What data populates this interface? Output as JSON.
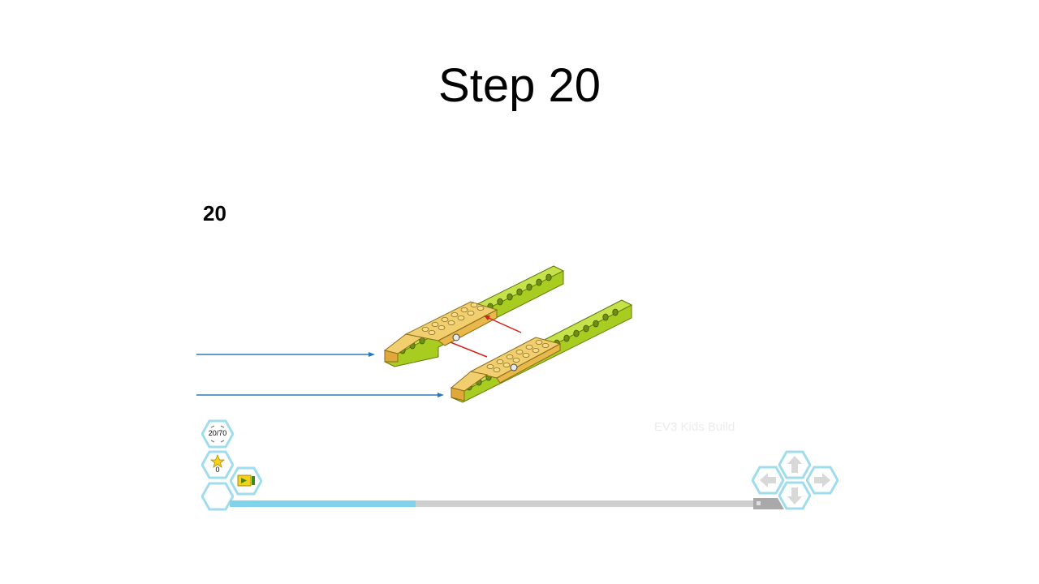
{
  "slide": {
    "title": "Step 20"
  },
  "instruction": {
    "step_number": "20"
  },
  "viewer": {
    "step_counter": "20/70",
    "stars_count": "0",
    "progress_fraction": 0.355,
    "watermark_text": "EV3 Kids Build"
  },
  "icons": {
    "step_counter": "step-counter-icon",
    "stars": "hand-star-icon",
    "play": "play-icon",
    "blank": "hexagon-icon",
    "prev": "arrow-left-icon",
    "up": "arrow-up-icon",
    "down": "arrow-down-icon",
    "next": "arrow-right-icon"
  },
  "colors": {
    "lime": "#a8cc1f",
    "lime_dark": "#7a9a12",
    "yellow": "#e8b84a",
    "yellow_light": "#f2cf6e",
    "arrow_blue": "#2a78c0",
    "arrow_red": "#d0261b",
    "hex_stroke": "#9fdcee",
    "progress_fill": "#7fd4ec",
    "progress_track": "#cfcfcf"
  }
}
